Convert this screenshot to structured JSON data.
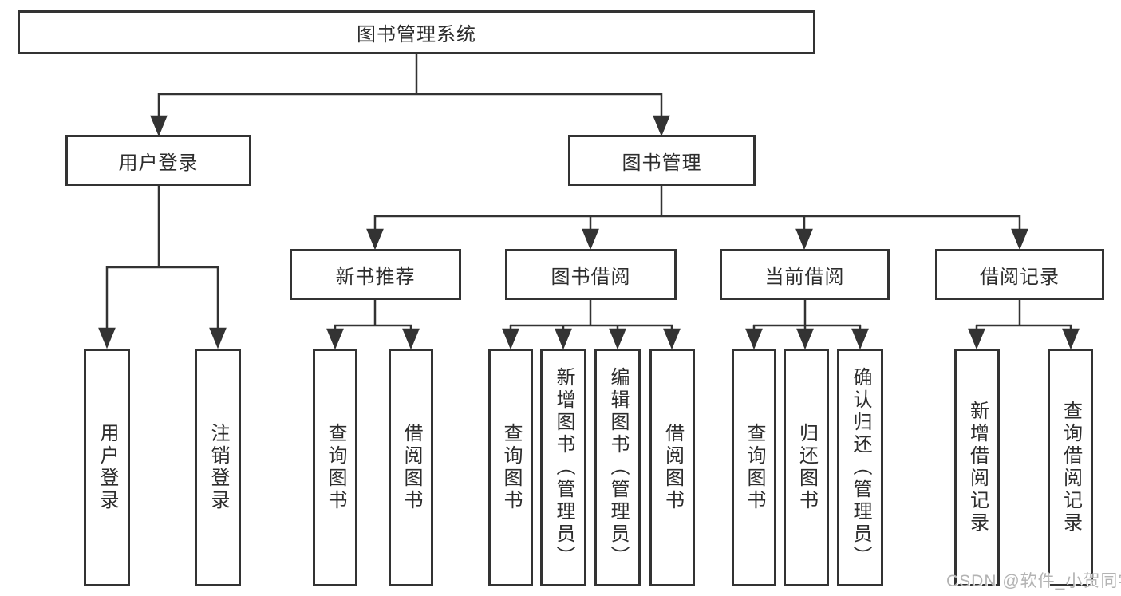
{
  "diagram": {
    "nodes": {
      "root": "图书管理系统",
      "user_login": "用户登录",
      "book_mgmt": "图书管理",
      "leaf_user_login": "用户登录",
      "leaf_logout": "注销登录",
      "new_book_rec": "新书推荐",
      "book_borrow": "图书借阅",
      "current_borrow": "当前借阅",
      "borrow_record": "借阅记录",
      "nbr_query_book": "查询图书",
      "nbr_borrow_book": "借阅图书",
      "bb_query_book": "查询图书",
      "bb_add_book": "新增图书（管理员）",
      "bb_edit_book": "编辑图书（管理员）",
      "bb_borrow_book": "借阅图书",
      "cb_query_book": "查询图书",
      "cb_return_book": "归还图书",
      "cb_confirm_return": "确认归还（管理员）",
      "br_add_record": "新增借阅记录",
      "br_query_record": "查询借阅记录"
    },
    "colors": {
      "line": "#333333",
      "text": "#2d2d2d",
      "box_fill": "#ffffff",
      "background": "#ffffff",
      "watermark": "#b3b3b3"
    }
  },
  "watermark": "CSDN @软件_小贺同学"
}
